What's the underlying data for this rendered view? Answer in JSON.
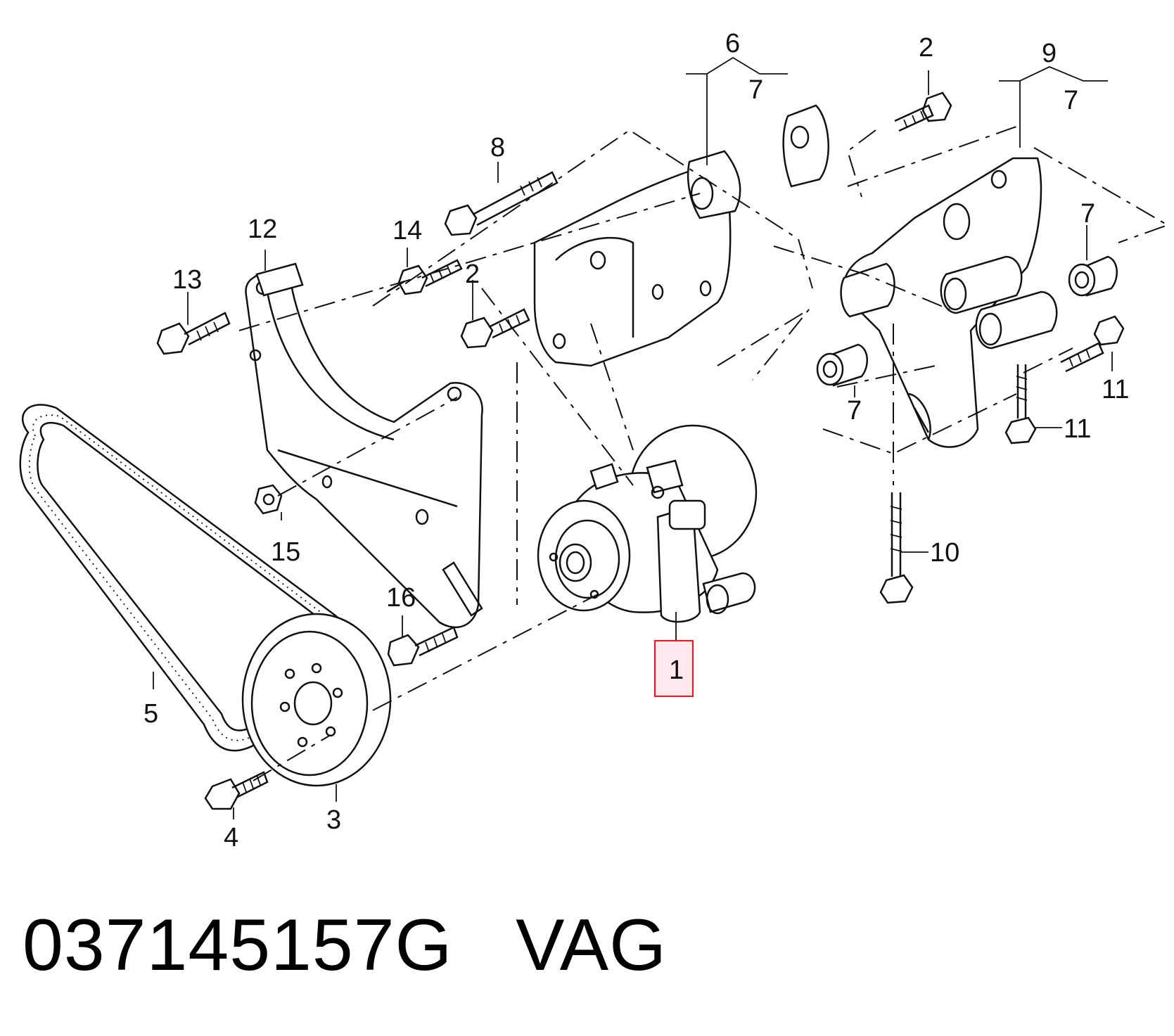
{
  "diagram": {
    "callouts": {
      "c1": "1",
      "c2a": "2",
      "c2b": "2",
      "c3": "3",
      "c4": "4",
      "c5": "5",
      "c6": "6",
      "c7a": "7",
      "c7b": "7",
      "c7c": "7",
      "c7d": "7",
      "c8": "8",
      "c9": "9",
      "c10": "10",
      "c11a": "11",
      "c11b": "11",
      "c12": "12",
      "c13": "13",
      "c14": "14",
      "c15": "15",
      "c16": "16"
    },
    "highlighted_callout": "1",
    "highlight_color": "#d2232a"
  },
  "caption": {
    "part_number": "037145157G",
    "brand": "VAG"
  }
}
